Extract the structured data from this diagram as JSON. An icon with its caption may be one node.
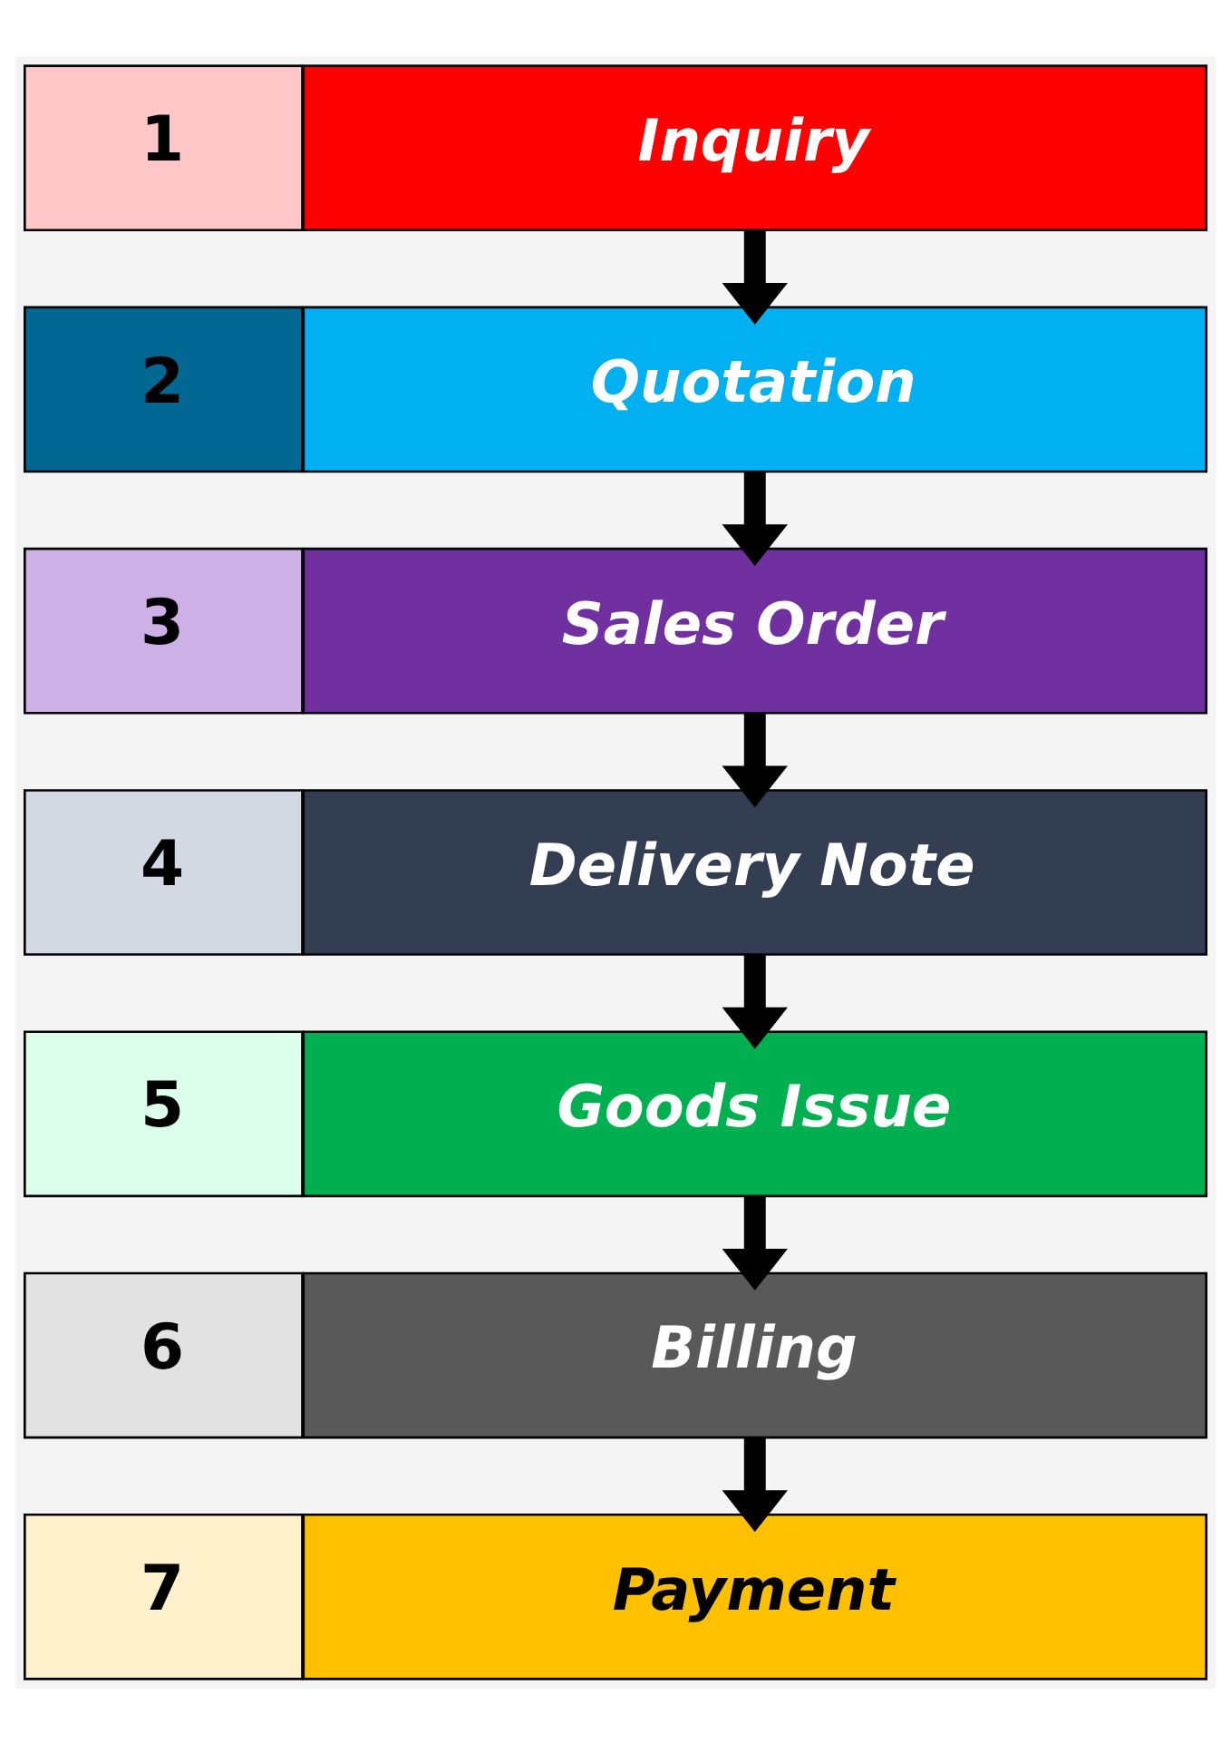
{
  "diagram": {
    "nodes": [
      {
        "text": [
          "1"
        ]
      },
      {
        "text": [
          "Inquiry"
        ]
      },
      {
        "text": [
          "2"
        ]
      },
      {
        "text": [
          "Quotation"
        ]
      },
      {
        "text": [
          "3"
        ]
      },
      {
        "text": [
          "Sales Order"
        ]
      },
      {
        "text": [
          "4"
        ]
      },
      {
        "text": [
          "Delivery Note"
        ]
      },
      {
        "text": [
          "5"
        ]
      },
      {
        "text": [
          "Goods Issue"
        ]
      },
      {
        "text": [
          "6"
        ]
      },
      {
        "text": [
          "Billing"
        ]
      },
      {
        "text": [
          "7"
        ]
      },
      {
        "text": [
          "Payment"
        ]
      }
    ],
    "edges": [
      {
        "from": 1,
        "to": 3,
        "arrow": "to"
      },
      {
        "from": 3,
        "to": 5,
        "arrow": "to"
      },
      {
        "from": 5,
        "to": 7,
        "arrow": "to"
      },
      {
        "from": 7,
        "to": 9,
        "arrow": "to"
      },
      {
        "from": 9,
        "to": 11,
        "arrow": "to"
      },
      {
        "from": 11,
        "to": 13,
        "arrow": "to"
      }
    ]
  }
}
